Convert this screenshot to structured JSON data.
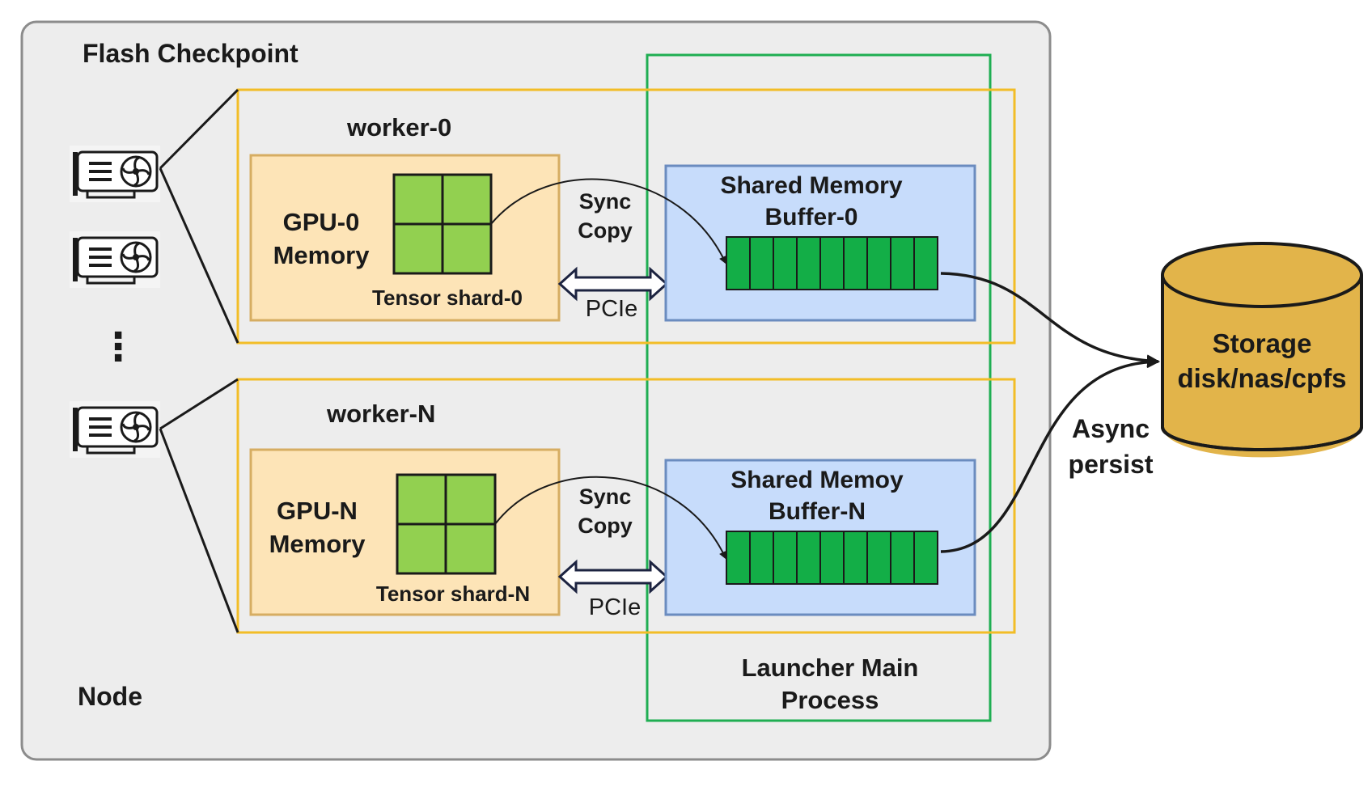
{
  "title": "Flash Checkpoint",
  "node_label": "Node",
  "launcher_label_line1": "Launcher Main",
  "launcher_label_line2": "Process",
  "workers": [
    {
      "name": "worker-0",
      "gpu_line1": "GPU-0",
      "gpu_line2": "Memory",
      "tensor_label": "Tensor shard-0",
      "sync_line1": "Sync",
      "sync_line2": "Copy",
      "pcie_label": "PCIe",
      "buffer_line1": "Shared Memory",
      "buffer_line2": "Buffer-0"
    },
    {
      "name": "worker-N",
      "gpu_line1": "GPU-N",
      "gpu_line2": "Memory",
      "tensor_label": "Tensor shard-N",
      "sync_line1": "Sync",
      "sync_line2": "Copy",
      "pcie_label": "PCIe",
      "buffer_line1": "Shared Memoy",
      "buffer_line2": "Buffer-N"
    }
  ],
  "ellipsis": "⋮",
  "async_line1": "Async",
  "async_line2": "persist",
  "storage_line1": "Storage",
  "storage_line2": "disk/nas/cpfs",
  "icons": [
    "gpu-card-icon",
    "gpu-card-icon",
    "gpu-card-icon"
  ],
  "colors": {
    "node_bg": "#ededed",
    "node_border": "#8c8c8c",
    "worker_border": "#f2bd27",
    "launcher_border": "#1fae52",
    "gpu_fill": "#fde4b7",
    "gpu_border": "#d6ad62",
    "tensor_fill": "#92d050",
    "buffer_fill": "#c7dcfb",
    "buffer_border": "#6b8cbf",
    "slot_fill": "#13ae47",
    "storage_fill": "#e2b44a"
  }
}
